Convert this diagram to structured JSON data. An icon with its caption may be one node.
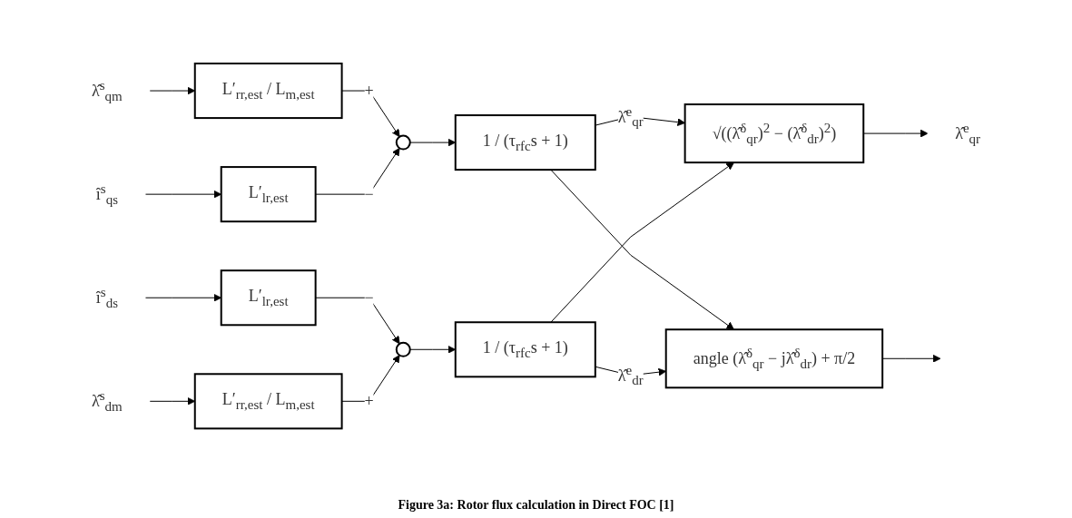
{
  "diagram": {
    "caption": "Figure 3a: Rotor flux calculation in Direct FOC [1]",
    "nodes": [
      {
        "text": [
          "λ̂$^{s}$$_{qm}$"
        ]
      },
      {
        "text": [
          "L′$_{rr,est}$ / L$_{m,est}$"
        ]
      },
      {
        "text": [
          "î$^{s}$$_{qs}$"
        ]
      },
      {
        "text": [
          "L′$_{lr,est}$"
        ]
      },
      {
        "text": [],
        "shape": "circle"
      },
      {
        "text": [
          "1 / (τ$_{rfc}$s + 1)"
        ]
      },
      {
        "text": [
          "√((λ̂$^{δ}$$_{qr}$)$^{2}$ − (λ̂$^{δ}$$_{dr}$)$^{2}$)"
        ]
      },
      {
        "text": [
          "λ̂$^{e}$$_{qr}$"
        ]
      },
      {
        "text": [
          "î$^{s}$$_{ds}$"
        ]
      },
      {
        "text": [
          "L′$_{lr,est}$"
        ]
      },
      {
        "text": [],
        "shape": "circle"
      },
      {
        "text": [
          "λ̂$^{s}$$_{dm}$"
        ]
      },
      {
        "text": [
          "L′$_{rr,est}$ / L$_{m,est}$"
        ]
      },
      {
        "text": [
          "1 / (τ$_{rfc}$s + 1)"
        ]
      },
      {
        "text": [
          "angle (λ̂$^{δ}$$_{qr}$ − jλ̂$^{δ}$$_{dr}$) + π/2"
        ]
      }
    ],
    "edges": [
      {
        "from": 0,
        "to": 1,
        "arrow": "to"
      },
      {
        "from": 1,
        "to": 4,
        "arrow": "to",
        "label": "+"
      },
      {
        "from": 2,
        "to": 3,
        "arrow": "to"
      },
      {
        "from": 3,
        "to": 4,
        "arrow": "to",
        "label": "−"
      },
      {
        "from": 4,
        "to": 5,
        "arrow": "to"
      },
      {
        "from": 5,
        "to": 6,
        "arrow": "to",
        "label": "λ̂$^{e}$$_{qr}$"
      },
      {
        "from": 5,
        "to": 14,
        "arrow": "to"
      },
      {
        "from": 6,
        "to": 7,
        "arrow": "to"
      },
      {
        "from": 8,
        "to": 9,
        "arrow": "to"
      },
      {
        "from": 9,
        "to": 10,
        "arrow": "to",
        "label": "−"
      },
      {
        "from": 11,
        "to": 12,
        "arrow": "to"
      },
      {
        "from": 12,
        "to": 10,
        "arrow": "to",
        "label": "+"
      },
      {
        "from": 10,
        "to": 13,
        "arrow": "to"
      },
      {
        "from": 13,
        "to": 6,
        "arrow": "to"
      },
      {
        "from": 13,
        "to": 14,
        "arrow": "to",
        "label": "λ̂$^{e}$$_{dr}$"
      },
      {
        "from": 14,
        "to": null,
        "arrow": "to"
      }
    ]
  }
}
